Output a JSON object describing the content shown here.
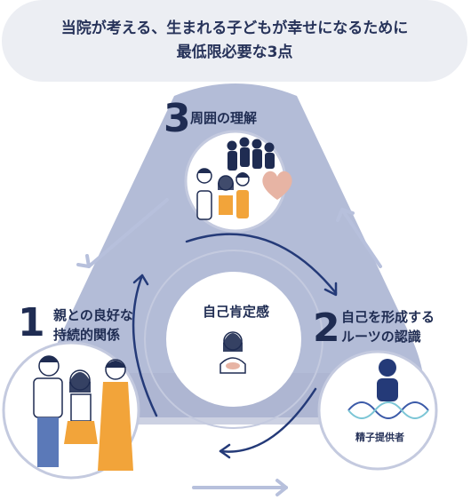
{
  "header": {
    "line1": "当院が考える、生まれる子どもが幸せになるために",
    "line2": "最低限必要な3点"
  },
  "center": {
    "label": "自己肯定感"
  },
  "points": [
    {
      "number": "1",
      "line1": "親との良好な",
      "line2": "持続的関係"
    },
    {
      "number": "2",
      "line1": "自己を形成する",
      "line2": "ルーツの認識"
    },
    {
      "number": "3",
      "line1": "周囲の理解",
      "line2": ""
    }
  ],
  "donor_label": "精子提供者",
  "colors": {
    "navy": "#1f2c52",
    "triangle": "#b3bcd7",
    "ring": "#c4cadf",
    "dark_arrow": "#243a78",
    "light_arrow": "#b7c0dc",
    "orange": "#f2a43a",
    "heart": "#e7b4a4",
    "dna_blue": "#3b5aa8",
    "dna_teal": "#7cc6d6",
    "header_bg": "#eceef3"
  }
}
